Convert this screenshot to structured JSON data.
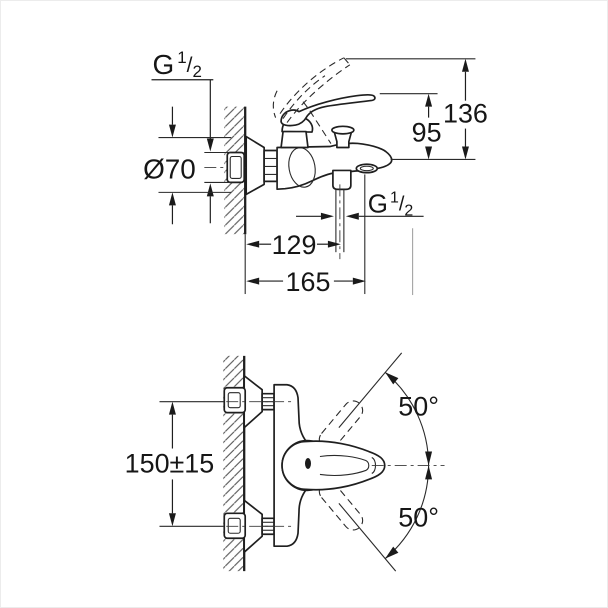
{
  "drawing_type": "faucet installation dimensional diagram",
  "colors": {
    "line": "#1f1f1f",
    "background": "#ffffff",
    "hatch": "#4a4a4a"
  },
  "top_view": {
    "wall_thread_label": {
      "g": "G",
      "sup": "1",
      "slash": "/",
      "sub": "2"
    },
    "flange_diameter": "Ø70",
    "height_spout_to_handle": "95",
    "height_spout_to_raised_handle": "136",
    "outlet_thread_label": {
      "g": "G",
      "sup": "1",
      "slash": "/",
      "sub": "2"
    },
    "depth_to_shower_outlet": "129",
    "total_projection": "165"
  },
  "front_view": {
    "connection_spacing": "150±15",
    "swivel_angle_upper": "50°",
    "swivel_angle_lower": "50°"
  }
}
